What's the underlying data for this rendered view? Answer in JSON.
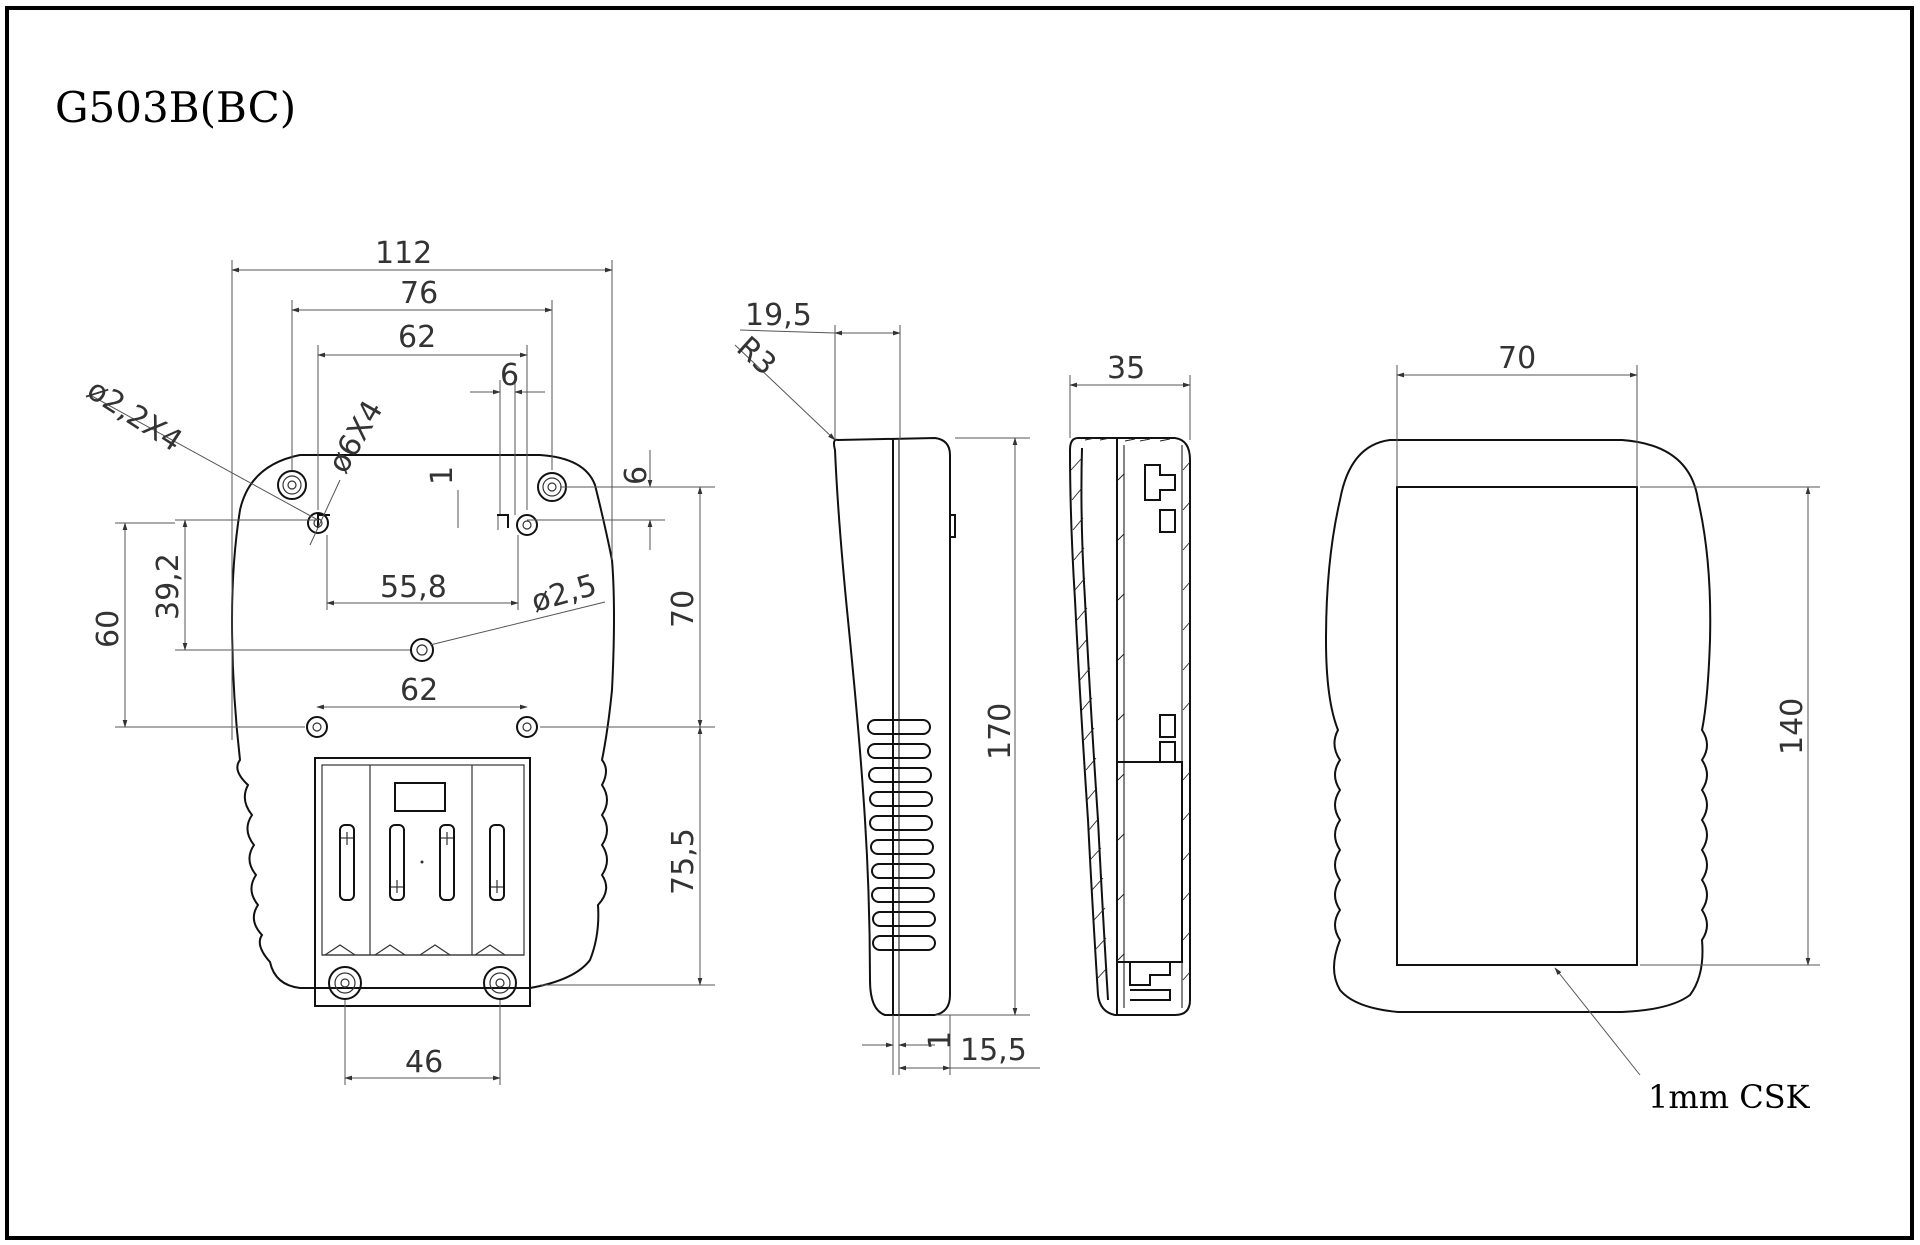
{
  "title": "G503B(BC)",
  "note": "1mm CSK",
  "dimensions": {
    "d112": "112",
    "d76": "76",
    "d62_top": "62",
    "d6_top": "6",
    "d6_right": "6",
    "d1_hole": "1",
    "hole_small": "ø2,2X4",
    "hole_large": "ø6X4",
    "d55_8": "55,8",
    "hole_center": "ø2,5",
    "d39_2": "39,2",
    "d60": "60",
    "d70_front": "70",
    "d62_mid": "62",
    "d75_5": "75,5",
    "d46": "46",
    "d19_5": "19,5",
    "radius": "R3",
    "d170": "170",
    "d1_side": "1",
    "d15_5": "15,5",
    "d35": "35",
    "d70_top": "70",
    "d140": "140"
  }
}
